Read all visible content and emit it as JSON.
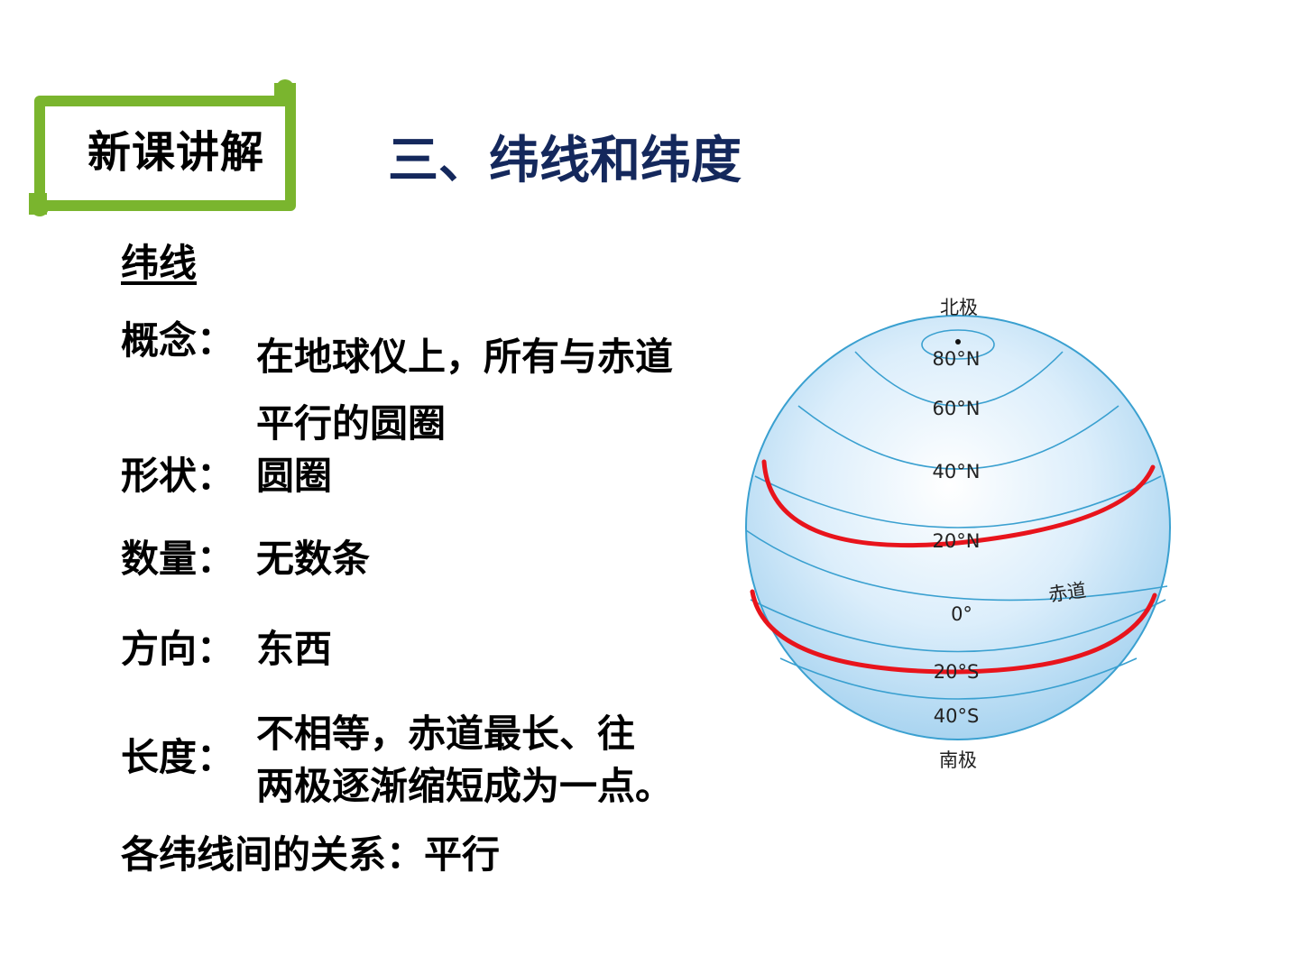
{
  "banner": {
    "label": "新课讲解",
    "color": "#7ab52e"
  },
  "title": "三、纬线和纬度",
  "section_heading": "纬线",
  "rows": [
    {
      "label": "概念：",
      "value_lines": [
        "在地球仪上，所有与赤道",
        "平行的圆圈"
      ]
    },
    {
      "label": "形状：",
      "value_lines": [
        "圆圈"
      ]
    },
    {
      "label": "数量：",
      "value_lines": [
        "无数条"
      ]
    },
    {
      "label": "方向：",
      "value_lines": [
        "东西"
      ]
    },
    {
      "label": "长度：",
      "value_lines": [
        "不相等，赤道最长、往",
        "两极逐渐缩短成为一点。"
      ]
    }
  ],
  "relation": {
    "label": "各纬线间的关系：",
    "value": "平行"
  },
  "globe": {
    "north_pole": "北极",
    "south_pole": "南极",
    "equator_label": "赤道",
    "latitudes": [
      "80°N",
      "60°N",
      "40°N",
      "20°N",
      "0°",
      "20°S",
      "40°S"
    ],
    "line_color": "#3aa0d0",
    "highlight_color": "#e8141c"
  }
}
